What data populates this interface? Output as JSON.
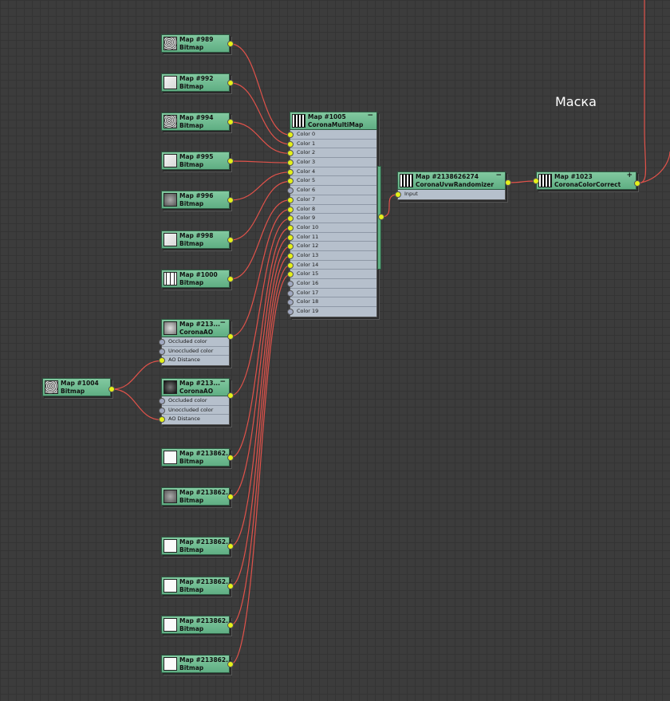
{
  "overlay_label": "Маска",
  "bitmap_nodes": [
    {
      "title": "Map #989",
      "subtitle": "Bitmap",
      "thumb": "noise"
    },
    {
      "title": "Map #992",
      "subtitle": "Bitmap",
      "thumb": "light"
    },
    {
      "title": "Map #994",
      "subtitle": "Bitmap",
      "thumb": "noise"
    },
    {
      "title": "Map #995",
      "subtitle": "Bitmap",
      "thumb": "light"
    },
    {
      "title": "Map #996",
      "subtitle": "Bitmap",
      "thumb": "gray"
    },
    {
      "title": "Map #998",
      "subtitle": "Bitmap",
      "thumb": "light"
    },
    {
      "title": "Map #1000",
      "subtitle": "Bitmap",
      "thumb": "marks"
    },
    {
      "title": "Map #213862...",
      "subtitle": "Bitmap",
      "thumb": "white"
    },
    {
      "title": "Map #213862...",
      "subtitle": "Bitmap",
      "thumb": "gray"
    },
    {
      "title": "Map #213862...",
      "subtitle": "Bitmap",
      "thumb": "white"
    },
    {
      "title": "Map #213862...",
      "subtitle": "Bitmap",
      "thumb": "white"
    },
    {
      "title": "Map #213862...",
      "subtitle": "Bitmap",
      "thumb": "white"
    },
    {
      "title": "Map #213862...",
      "subtitle": "Bitmap",
      "thumb": "white"
    }
  ],
  "ao_nodes": [
    {
      "title": "Map #213...",
      "subtitle": "CoronaAO",
      "thumb": "ao1",
      "slots": [
        {
          "label": "Occluded color",
          "connected": false
        },
        {
          "label": "Unoccluded color",
          "connected": false
        },
        {
          "label": "AO Distance",
          "connected": true
        }
      ]
    },
    {
      "title": "Map #213...",
      "subtitle": "CoronaAO",
      "thumb": "ao2",
      "slots": [
        {
          "label": "Occluded color",
          "connected": false
        },
        {
          "label": "Unoccluded color",
          "connected": false
        },
        {
          "label": "AO Distance",
          "connected": true
        }
      ]
    }
  ],
  "shared_bitmap": {
    "title": "Map #1004",
    "subtitle": "Bitmap",
    "thumb": "noise"
  },
  "multimap": {
    "title": "Map #1005",
    "subtitle": "CoronaMultiMap",
    "thumb": "stripes",
    "collapse": "−",
    "slots": [
      {
        "label": "Color 0",
        "connected": true
      },
      {
        "label": "Color 1",
        "connected": true
      },
      {
        "label": "Color 2",
        "connected": true
      },
      {
        "label": "Color 3",
        "connected": true
      },
      {
        "label": "Color 4",
        "connected": true
      },
      {
        "label": "Color 5",
        "connected": true
      },
      {
        "label": "Color 6",
        "connected": false
      },
      {
        "label": "Color 7",
        "connected": true
      },
      {
        "label": "Color 8",
        "connected": true
      },
      {
        "label": "Color 9",
        "connected": true
      },
      {
        "label": "Color 10",
        "connected": true
      },
      {
        "label": "Color 11",
        "connected": true
      },
      {
        "label": "Color 12",
        "connected": true
      },
      {
        "label": "Color 13",
        "connected": true
      },
      {
        "label": "Color 14",
        "connected": true
      },
      {
        "label": "Color 15",
        "connected": true
      },
      {
        "label": "Color 16",
        "connected": false
      },
      {
        "label": "Color 17",
        "connected": false
      },
      {
        "label": "Color 18",
        "connected": false
      },
      {
        "label": "Color 19",
        "connected": false
      }
    ]
  },
  "randomizer": {
    "title": "Map #2138626274",
    "subtitle": "CoronaUvwRandomizer",
    "thumb": "stripes",
    "collapse": "−",
    "slots": [
      {
        "label": "Input",
        "connected": true
      }
    ]
  },
  "colorcorrect": {
    "title": "Map #1023",
    "subtitle": "CoronaColorCorrect",
    "thumb": "stripes",
    "collapse": "+"
  },
  "collapse_symbol": "−"
}
